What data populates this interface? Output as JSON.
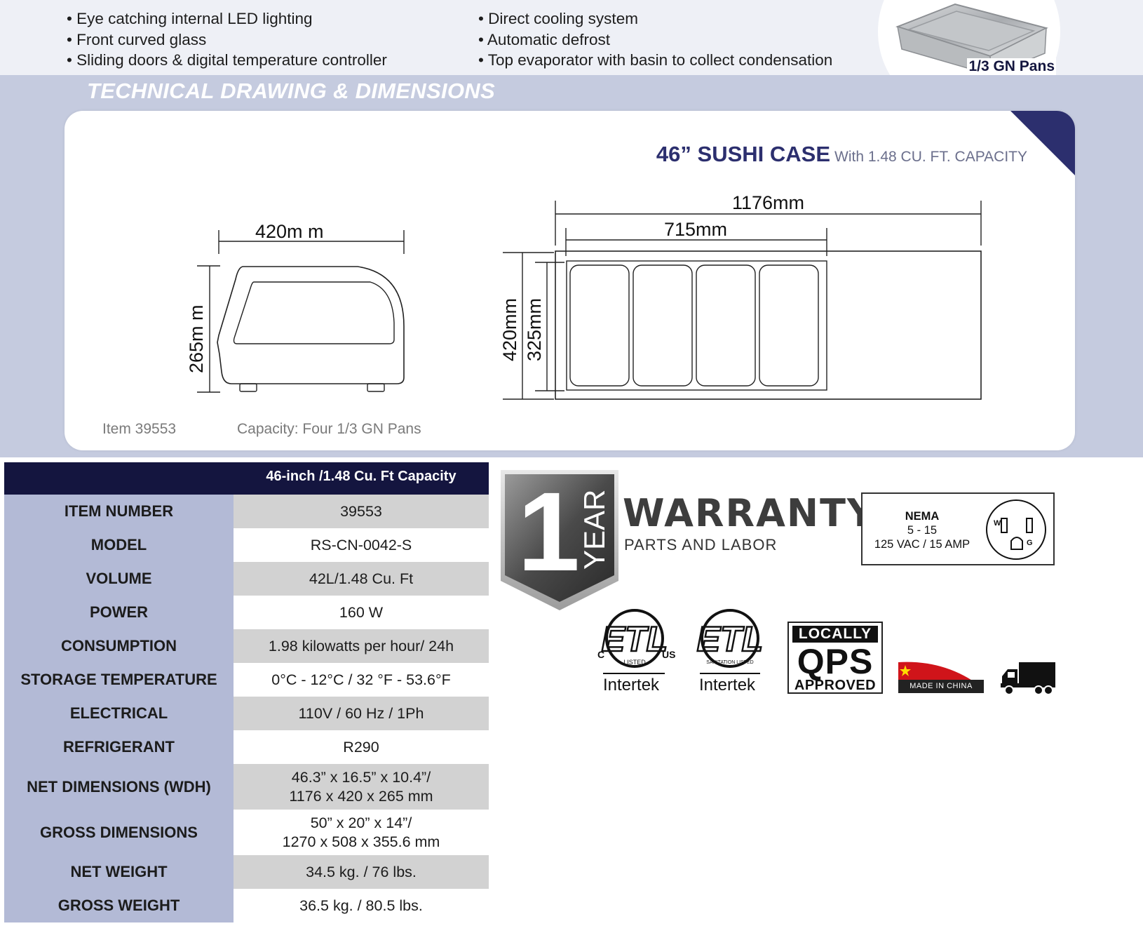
{
  "features": {
    "left": [
      "• Eye catching internal LED lighting",
      "• Front curved glass",
      "• Sliding doors & digital temperature controller"
    ],
    "right": [
      "• Direct cooling system",
      "• Automatic defrost",
      "• Top evaporator with basin to collect condensation"
    ]
  },
  "pan_badge": {
    "label": "1/3 GN Pans"
  },
  "section_title": "TECHNICAL DRAWING & DIMENSIONS",
  "card": {
    "title": "46” SUSHI CASE",
    "subtitle": "With 1.48 CU. FT. CAPACITY",
    "item": "Item 39553",
    "capacity": "Capacity: Four 1/3 GN Pans"
  },
  "drawing": {
    "side_width": "420m m",
    "side_height": "265m m",
    "front_total_width": "1176mm",
    "front_inner_width": "715mm",
    "front_depth_outer": "420mm",
    "front_depth_inner": "325mm"
  },
  "spec": {
    "header": "46-inch /1.48 Cu. Ft Capacity",
    "rows": [
      {
        "label": "ITEM NUMBER",
        "value": "39553"
      },
      {
        "label": "MODEL",
        "value": "RS-CN-0042-S"
      },
      {
        "label": "VOLUME",
        "value": "42L/1.48 Cu. Ft"
      },
      {
        "label": "POWER",
        "value": "160 W"
      },
      {
        "label": "CONSUMPTION",
        "value": "1.98 kilowatts per hour/ 24h"
      },
      {
        "label": "STORAGE TEMPERATURE",
        "value": "0°C - 12°C / 32 °F - 53.6°F"
      },
      {
        "label": "ELECTRICAL",
        "value": "110V / 60 Hz / 1Ph"
      },
      {
        "label": "REFRIGERANT",
        "value": "R290"
      },
      {
        "label": "NET DIMENSIONS (WDH)",
        "value": "46.3” x 16.5” x 10.4”/",
        "value2": "1176 x 420 x 265 mm"
      },
      {
        "label": "GROSS DIMENSIONS",
        "value": "50” x 20” x 14”/",
        "value2": "1270 x 508 x 355.6 mm"
      },
      {
        "label": "NET WEIGHT",
        "value": "34.5 kg. / 76 lbs."
      },
      {
        "label": "GROSS WEIGHT",
        "value": "36.5 kg. / 80.5 lbs."
      }
    ]
  },
  "warranty": {
    "number": "1",
    "year": "YEAR",
    "title": "WARRANTY",
    "subtitle": "PARTS AND LABOR"
  },
  "nema": {
    "title": "NEMA",
    "type": "5 - 15",
    "rating": "125 VAC / 15 AMP",
    "w": "W",
    "g": "G"
  },
  "certs": {
    "etl1": {
      "label": "Intertek",
      "c": "C",
      "us": "US",
      "listed": "LISTED"
    },
    "etl2": {
      "label": "Intertek",
      "listed": "SANITATION LISTED"
    },
    "qps": {
      "top": "LOCALLY",
      "mid": "QPS",
      "bottom": "APPROVED"
    },
    "origin": "MADE IN CHINA"
  },
  "colors": {
    "navy": "#14153f",
    "accent": "#2c2f6e",
    "label_bg": "#b3bad6",
    "band": "#c5cbdf"
  }
}
